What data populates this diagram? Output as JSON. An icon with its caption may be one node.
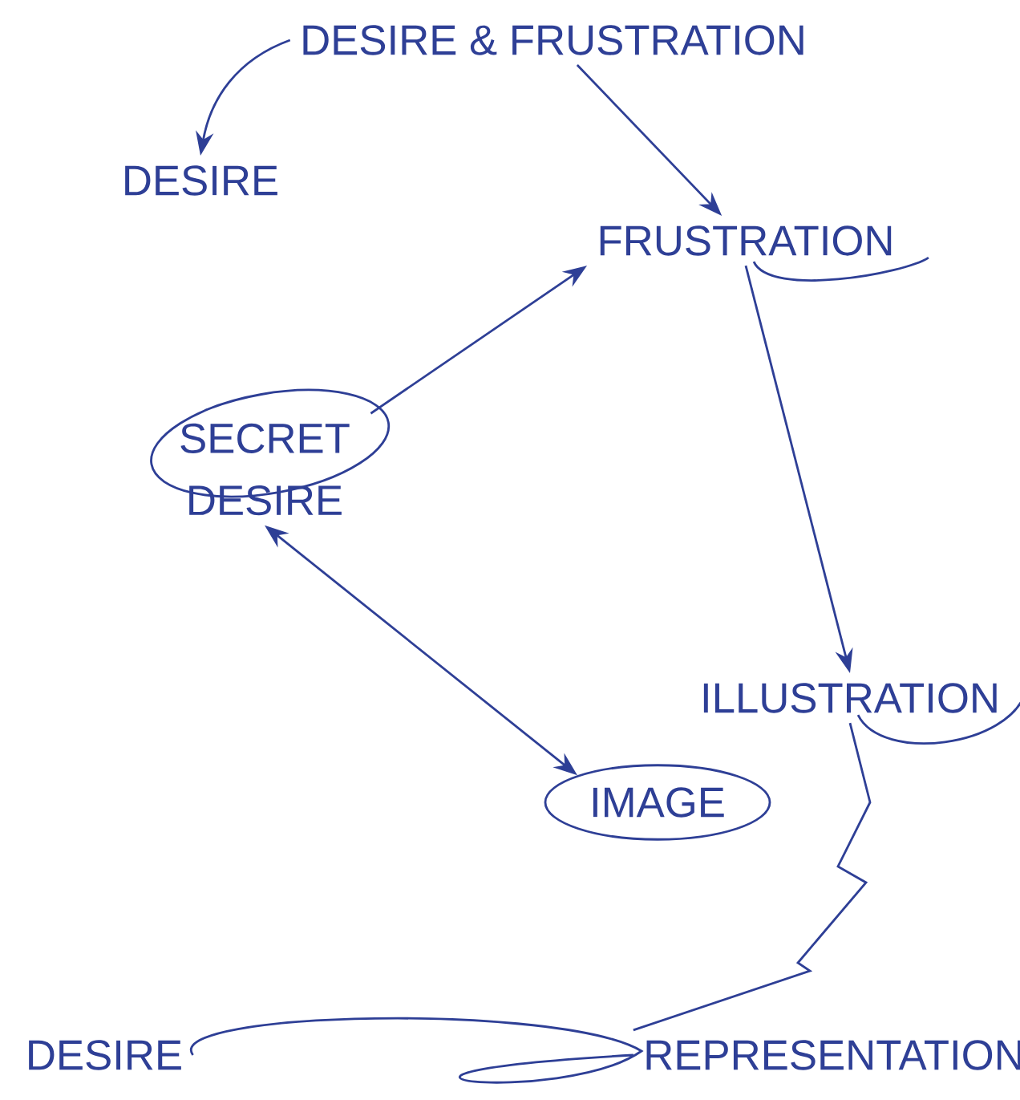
{
  "diagram": {
    "nodes": [
      {
        "text": [
          "DESIRE & FRUSTRATION"
        ]
      },
      {
        "text": [
          "DESIRE"
        ]
      },
      {
        "text": [
          "FRUSTRATION"
        ]
      },
      {
        "text": [
          "SECRET DESIRE"
        ]
      },
      {
        "text": [
          "ILLUSTRATION"
        ]
      },
      {
        "text": [
          "IMAGE"
        ]
      },
      {
        "text": [
          "DESIRE"
        ]
      },
      {
        "text": [
          "REPRESENTATION"
        ]
      }
    ],
    "edges": [
      {
        "from": 0,
        "to": 1,
        "arrow": "to"
      },
      {
        "from": 0,
        "to": 2,
        "arrow": "to"
      },
      {
        "from": 3,
        "to": 2,
        "arrow": "to"
      },
      {
        "from": 2,
        "to": 4,
        "arrow": "to"
      },
      {
        "from": 3,
        "to": 5,
        "arrow": "both"
      },
      {
        "from": 4,
        "to": 7,
        "arrow": "none"
      },
      {
        "from": 6,
        "to": 7,
        "arrow": "none"
      }
    ]
  }
}
